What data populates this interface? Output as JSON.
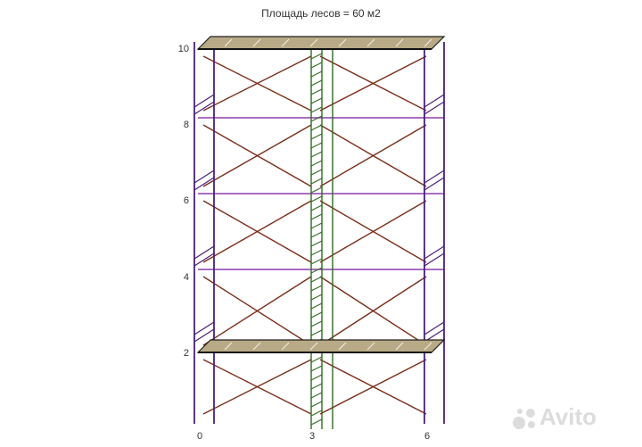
{
  "title": "Площадь лесов = 60 м2",
  "y_labels": [
    "10",
    "8",
    "6",
    "4",
    "2"
  ],
  "x_labels": [
    "0",
    "3",
    "6"
  ],
  "watermark": "Avito",
  "colors": {
    "frame": "#4b1f7a",
    "brace": "#7a2e1a",
    "ladder": "#2f6b1f",
    "deck": "#b8aa86",
    "ledger": "#8b3fb0"
  }
}
